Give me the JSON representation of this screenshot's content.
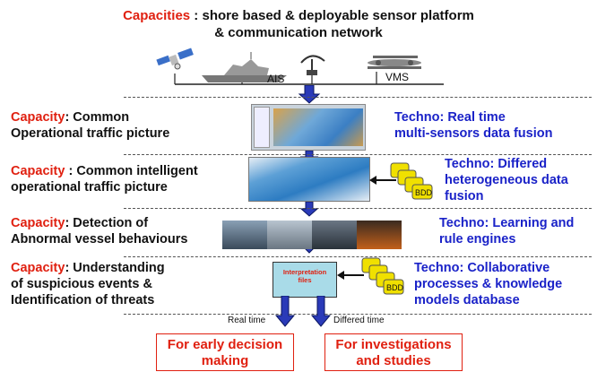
{
  "header": {
    "title_prefix": "Capacities",
    "title_rest": " : shore based & deployable sensor platform",
    "title_line2": "& communication network"
  },
  "sensors": {
    "ais": "AIS",
    "vms": "VMS"
  },
  "rows": [
    {
      "cap_label": "Capacity",
      "cap_text1": ": Common",
      "cap_text2": "Operational traffic picture",
      "tech1": "Techno: Real time",
      "tech2": "multi-sensors data fusion"
    },
    {
      "cap_label": "Capacity",
      "cap_text1": " : Common intelligent",
      "cap_text2": "operational traffic picture",
      "tech1": "Techno: Differed",
      "tech2": "heterogeneous data",
      "tech3": "fusion"
    },
    {
      "cap_label": "Capacity",
      "cap_text1": ": Detection of",
      "cap_text2": "Abnormal vessel behaviours",
      "tech1": "Techno: Learning and",
      "tech2": "rule engines"
    },
    {
      "cap_label": "Capacity",
      "cap_text1": ": Understanding",
      "cap_text2": "of suspicious events &",
      "cap_text3": "Identification of threats",
      "tech1": "Techno: Collaborative",
      "tech2": "processes & knowledge",
      "tech3": "models database"
    }
  ],
  "db_label": "BDD",
  "interpretation": "Interpretation files",
  "flows": {
    "real_time": "Real time",
    "differed_time": "Differed time"
  },
  "outputs": {
    "left": {
      "line1": "For early decision",
      "line2": "making"
    },
    "right": {
      "line1": "For investigations",
      "line2": "and studies"
    }
  }
}
